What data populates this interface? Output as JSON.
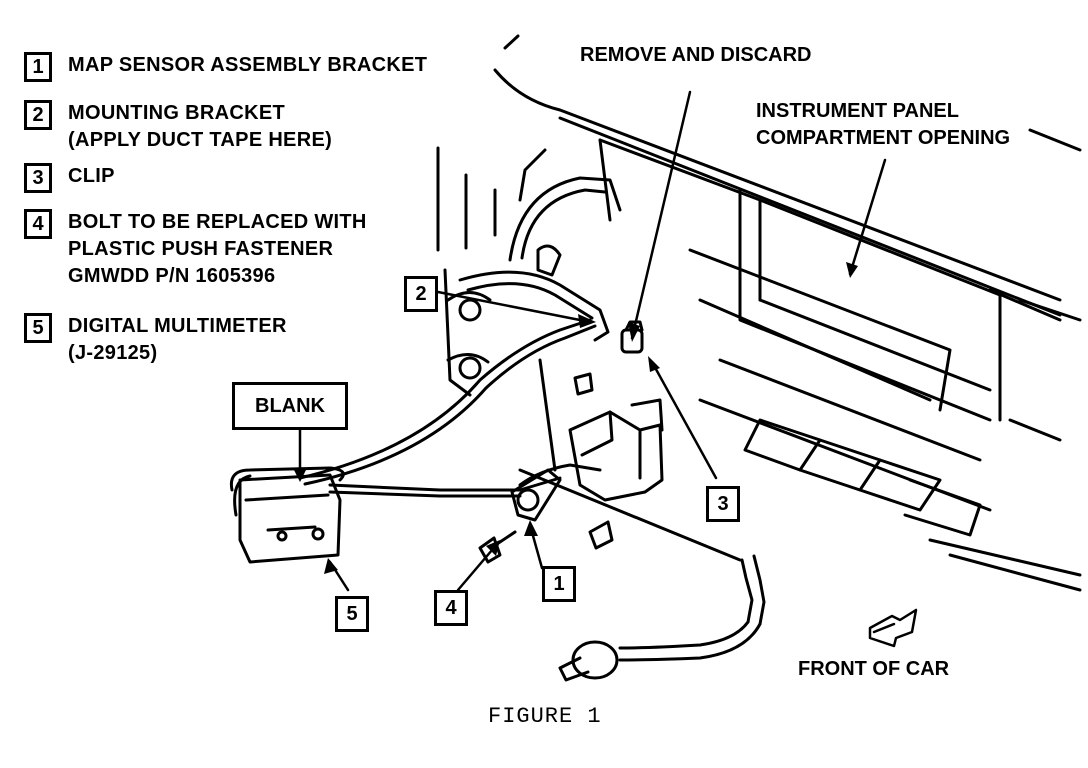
{
  "legend": [
    {
      "num": "1",
      "lines": [
        "MAP SENSOR ASSEMBLY BRACKET"
      ]
    },
    {
      "num": "2",
      "lines": [
        "MOUNTING BRACKET",
        "(APPLY DUCT TAPE HERE)"
      ]
    },
    {
      "num": "3",
      "lines": [
        "CLIP"
      ]
    },
    {
      "num": "4",
      "lines": [
        "BOLT TO BE REPLACED WITH",
        "PLASTIC PUSH FASTENER",
        "GMWDD P/N 1605396"
      ]
    },
    {
      "num": "5",
      "lines": [
        "DIGITAL MULTIMETER",
        "(J-29125)"
      ]
    }
  ],
  "labels": {
    "remove_discard": "REMOVE AND DISCARD",
    "ip_opening_1": "INSTRUMENT PANEL",
    "ip_opening_2": "COMPARTMENT OPENING",
    "blank": "BLANK",
    "front_of_car": "FRONT OF CAR",
    "caption": "FIGURE 1"
  },
  "callouts": {
    "c1": "1",
    "c2": "2",
    "c3": "3",
    "c4": "4",
    "c5": "5"
  }
}
